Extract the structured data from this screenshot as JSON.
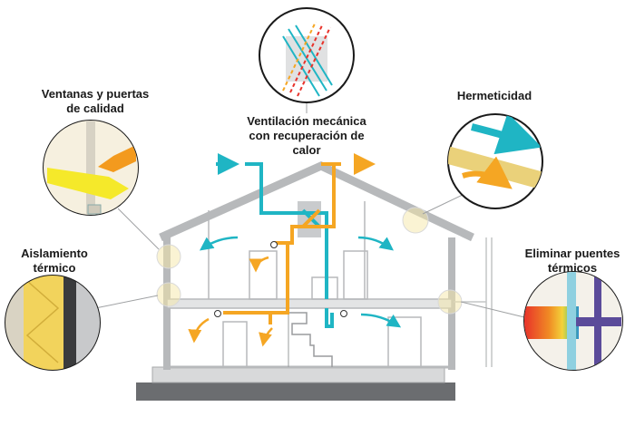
{
  "labels": {
    "windows": [
      "Ventanas y puertas",
      "de calidad"
    ],
    "ventilation": [
      "Ventilación mecánica",
      "con recuperación de",
      "calor"
    ],
    "airtightness": [
      "Hermeticidad"
    ],
    "insulation": [
      "Aislamiento",
      "térmico"
    ],
    "thermal_bridges": [
      "Eliminar puentes",
      "térmicos"
    ]
  },
  "colors": {
    "fresh_air": "#1fb5c4",
    "warm_air": "#f5a623",
    "structure_gray": "#b7b9bb",
    "ground": "#6b6d70",
    "insulation_yellow": "#f2d35c",
    "heat_red": "#e8322a",
    "frame_purple": "#5b4b9a"
  },
  "icons": [
    "ventilation-unit-icon",
    "window-frame-icon",
    "airtight-seal-icon",
    "insulation-layer-icon",
    "thermal-bridge-icon"
  ]
}
